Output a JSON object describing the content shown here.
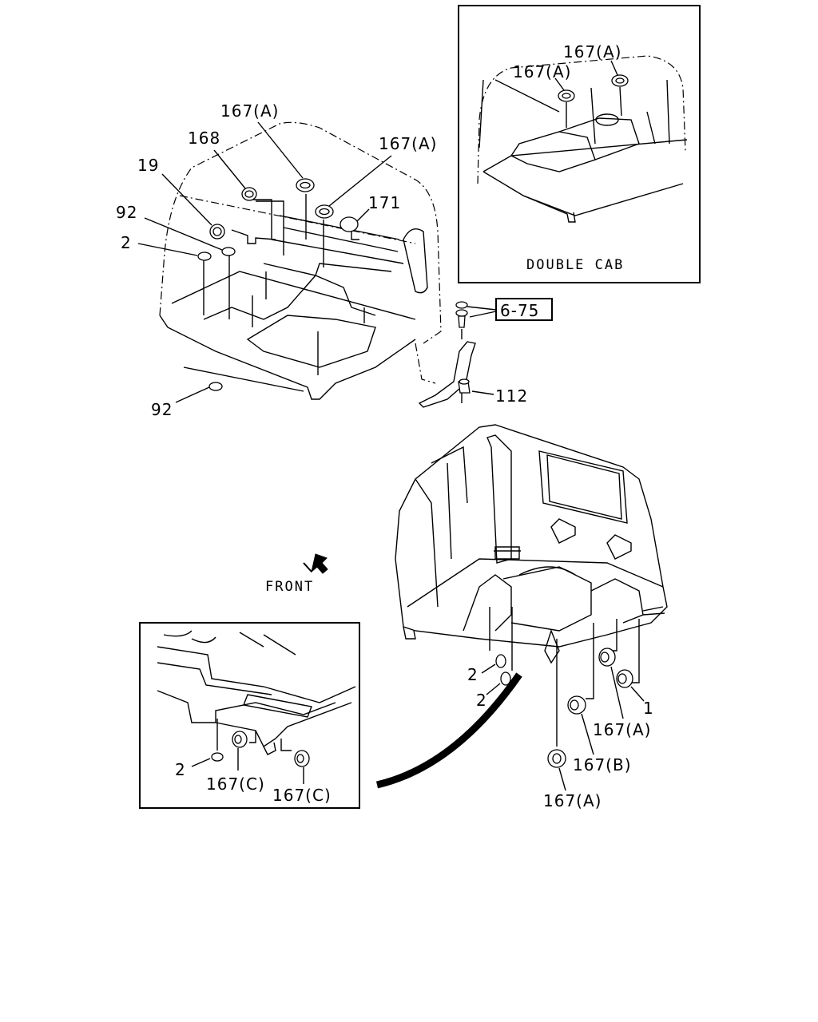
{
  "labels": {
    "l167a_1": "167(A)",
    "l168": "168",
    "l167a_2": "167(A)",
    "l19": "19",
    "l171": "171",
    "l92_top": "92",
    "l2_top": "2",
    "l92_bottom": "92",
    "l167a_dc1": "167(A)",
    "l167a_dc2": "167(A)",
    "double_cab": "DOUBLE CAB",
    "ref_6_75": "6-75",
    "l112": "112",
    "front": "FRONT",
    "l2_mid1": "2",
    "l2_mid2": "2",
    "l1": "1",
    "l167a_mid": "167(A)",
    "l167b": "167(B)",
    "l167a_low": "167(A)",
    "l2_inset": "2",
    "l167c_1": "167(C)",
    "l167c_2": "167(C)"
  }
}
